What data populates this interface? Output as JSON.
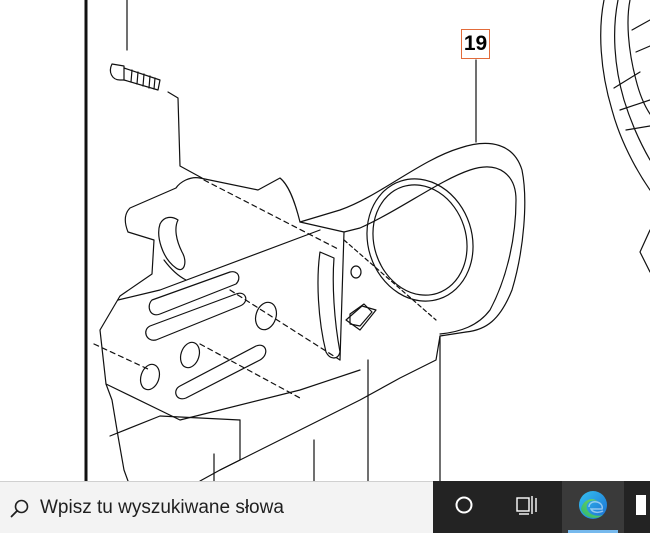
{
  "diagram": {
    "part_number": "19"
  },
  "taskbar": {
    "search": {
      "placeholder": "Wpisz tu wyszukiwane słowa",
      "icon": "search-icon"
    },
    "buttons": [
      {
        "name": "cortana",
        "icon": "circle-icon"
      },
      {
        "name": "task-view",
        "icon": "task-view-icon"
      },
      {
        "name": "edge",
        "icon": "edge-icon",
        "active": true
      },
      {
        "name": "next-app",
        "icon": "app-icon"
      }
    ],
    "colors": {
      "taskbar": "#232323",
      "search_bg": "#f3f3f3",
      "active_indicator": "#76b9ed"
    }
  }
}
